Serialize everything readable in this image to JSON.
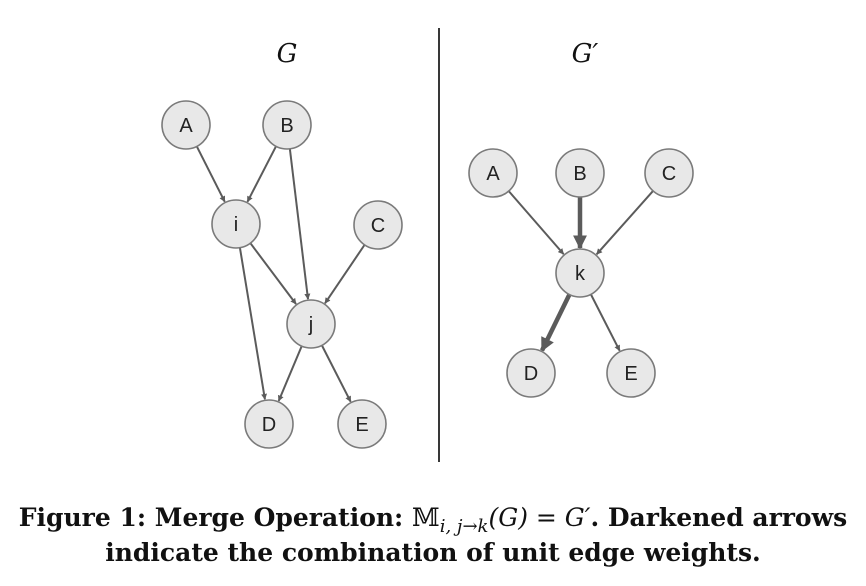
{
  "graphs": [
    {
      "id": "G",
      "title": "G",
      "nodes": [
        {
          "id": "A",
          "label": "A"
        },
        {
          "id": "B",
          "label": "B"
        },
        {
          "id": "i",
          "label": "i"
        },
        {
          "id": "C",
          "label": "C"
        },
        {
          "id": "j",
          "label": "j"
        },
        {
          "id": "D",
          "label": "D"
        },
        {
          "id": "E",
          "label": "E"
        }
      ],
      "edges": [
        {
          "from": "A",
          "to": "i",
          "weight": 1
        },
        {
          "from": "B",
          "to": "i",
          "weight": 1
        },
        {
          "from": "B",
          "to": "j",
          "weight": 1
        },
        {
          "from": "i",
          "to": "j",
          "weight": 1
        },
        {
          "from": "i",
          "to": "D",
          "weight": 1
        },
        {
          "from": "C",
          "to": "j",
          "weight": 1
        },
        {
          "from": "j",
          "to": "D",
          "weight": 1
        },
        {
          "from": "j",
          "to": "E",
          "weight": 1
        }
      ]
    },
    {
      "id": "Gprime",
      "title": "G′",
      "nodes": [
        {
          "id": "A",
          "label": "A"
        },
        {
          "id": "B",
          "label": "B"
        },
        {
          "id": "C",
          "label": "C"
        },
        {
          "id": "k",
          "label": "k"
        },
        {
          "id": "D",
          "label": "D"
        },
        {
          "id": "E",
          "label": "E"
        }
      ],
      "edges": [
        {
          "from": "A",
          "to": "k",
          "weight": 1
        },
        {
          "from": "B",
          "to": "k",
          "weight": 2
        },
        {
          "from": "C",
          "to": "k",
          "weight": 1
        },
        {
          "from": "k",
          "to": "D",
          "weight": 2
        },
        {
          "from": "k",
          "to": "E",
          "weight": 1
        }
      ]
    }
  ],
  "colors": {
    "node_fill": "#e8e8e8",
    "node_stroke": "#7a7a7a",
    "edge": "#5b5b5b",
    "divider": "#222222"
  },
  "caption": {
    "prefix": "Figure 1: Merge Operation: ",
    "op_symbol": "𝕄",
    "op_subscript": "i, j→k",
    "op_arg": "(G) = G′",
    "suffix": ". Darkened arrows",
    "line2": "indicate the combination of unit edge weights."
  }
}
